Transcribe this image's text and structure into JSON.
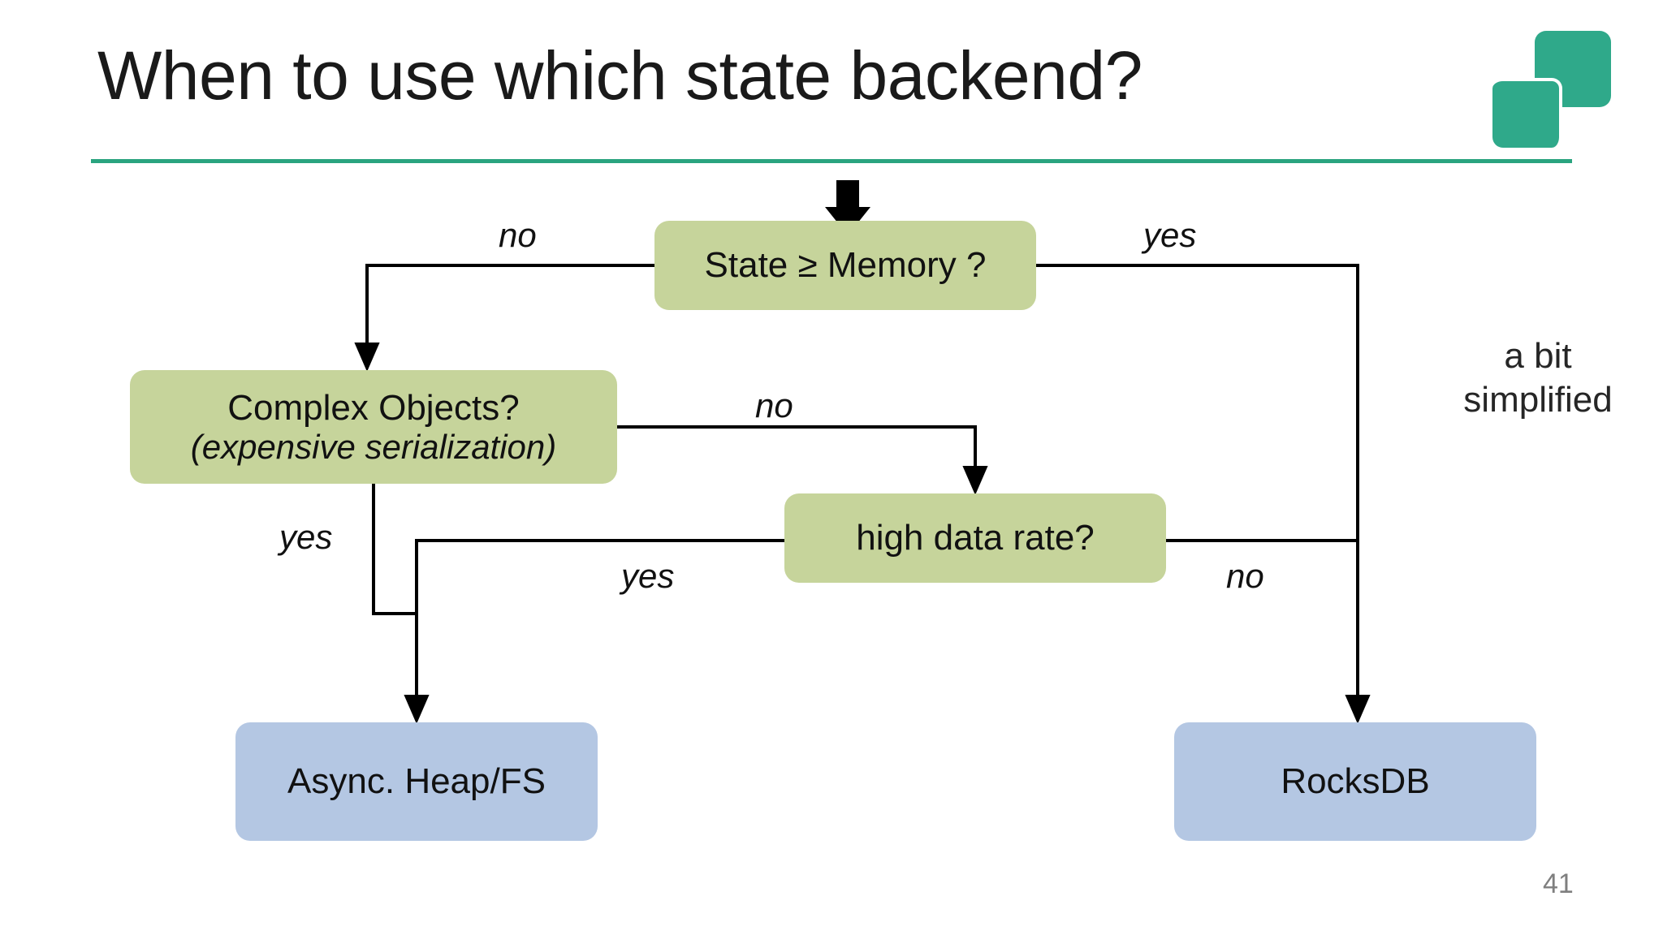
{
  "slide": {
    "title": "When to use which state backend?",
    "number": "41",
    "accent_color": "#2aa47f",
    "decision_color": "#c6d49b",
    "result_color": "#b4c7e3",
    "logo_color": "#2fa98a"
  },
  "logo": {
    "name": "two-squares-logo",
    "square_big": "large-rounded-square",
    "square_small": "small-rounded-square"
  },
  "side_note": {
    "line1": "a bit",
    "line2": "simplified"
  },
  "nodes": {
    "state": {
      "label": "State ≥ Memory ?",
      "type": "decision"
    },
    "complex": {
      "label": "Complex Objects?",
      "sublabel": "(expensive serialization)",
      "type": "decision"
    },
    "rate": {
      "label": "high data rate?",
      "type": "decision"
    },
    "async": {
      "label": "Async. Heap/FS",
      "type": "result"
    },
    "rocksdb": {
      "label": "RocksDB",
      "type": "result"
    }
  },
  "edge_labels": {
    "state_no": "no",
    "state_yes": "yes",
    "complex_no": "no",
    "complex_yes": "yes",
    "rate_yes": "yes",
    "rate_no": "no"
  },
  "chart_data": {
    "type": "diagram",
    "title": "When to use which state backend?",
    "diagram_kind": "decision-flowchart",
    "nodes": [
      {
        "id": "entry",
        "kind": "entry-arrow"
      },
      {
        "id": "state",
        "kind": "decision",
        "text": "State ≥ Memory ?"
      },
      {
        "id": "complex",
        "kind": "decision",
        "text": "Complex Objects? (expensive serialization)"
      },
      {
        "id": "rate",
        "kind": "decision",
        "text": "high data rate?"
      },
      {
        "id": "async",
        "kind": "result",
        "text": "Async. Heap/FS"
      },
      {
        "id": "rocksdb",
        "kind": "result",
        "text": "RocksDB"
      }
    ],
    "edges": [
      {
        "from": "entry",
        "to": "state",
        "label": ""
      },
      {
        "from": "state",
        "to": "complex",
        "label": "no"
      },
      {
        "from": "state",
        "to": "rocksdb",
        "label": "yes"
      },
      {
        "from": "complex",
        "to": "rate",
        "label": "no"
      },
      {
        "from": "complex",
        "to": "async",
        "label": "yes"
      },
      {
        "from": "rate",
        "to": "async",
        "label": "yes"
      },
      {
        "from": "rate",
        "to": "rocksdb",
        "label": "no"
      }
    ],
    "annotations": [
      "a bit simplified"
    ]
  }
}
